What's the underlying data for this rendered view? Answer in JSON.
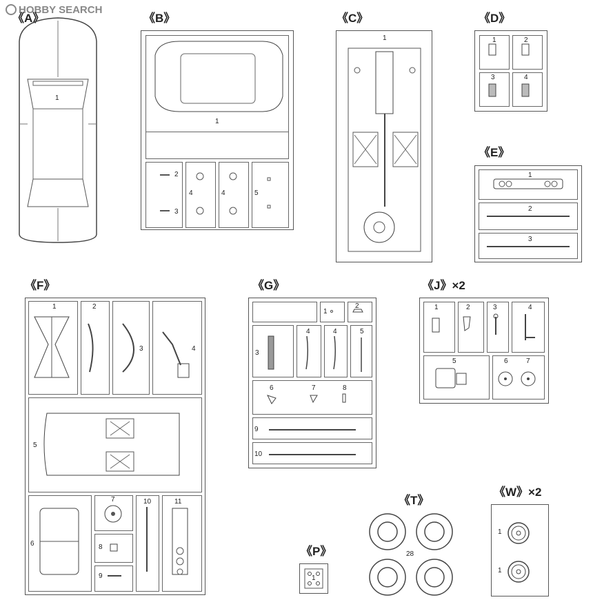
{
  "watermark": "HOBBY SEARCH",
  "sprues": {
    "A": {
      "label": "《A》",
      "parts": [
        "1"
      ]
    },
    "B": {
      "label": "《B》",
      "parts": [
        "1",
        "2",
        "3",
        "4",
        "4",
        "5"
      ]
    },
    "C": {
      "label": "《C》",
      "parts": [
        "1"
      ]
    },
    "D": {
      "label": "《D》",
      "parts": [
        "1",
        "2",
        "3",
        "4"
      ]
    },
    "E": {
      "label": "《E》",
      "parts": [
        "1",
        "2",
        "3"
      ]
    },
    "F": {
      "label": "《F》",
      "parts": [
        "1",
        "2",
        "3",
        "4",
        "5",
        "6",
        "7",
        "8",
        "9",
        "10",
        "11"
      ]
    },
    "G": {
      "label": "《G》",
      "parts": [
        "1",
        "2",
        "3",
        "4",
        "4",
        "5",
        "6",
        "7",
        "8",
        "9",
        "10"
      ]
    },
    "J": {
      "label": "《J》×2",
      "parts": [
        "1",
        "2",
        "3",
        "4",
        "5",
        "6",
        "7"
      ]
    },
    "T": {
      "label": "《T》",
      "parts": [
        "28"
      ]
    },
    "P": {
      "label": "《P》",
      "parts": [
        "1"
      ]
    },
    "W": {
      "label": "《W》×2",
      "parts": [
        "1",
        "1"
      ]
    }
  }
}
